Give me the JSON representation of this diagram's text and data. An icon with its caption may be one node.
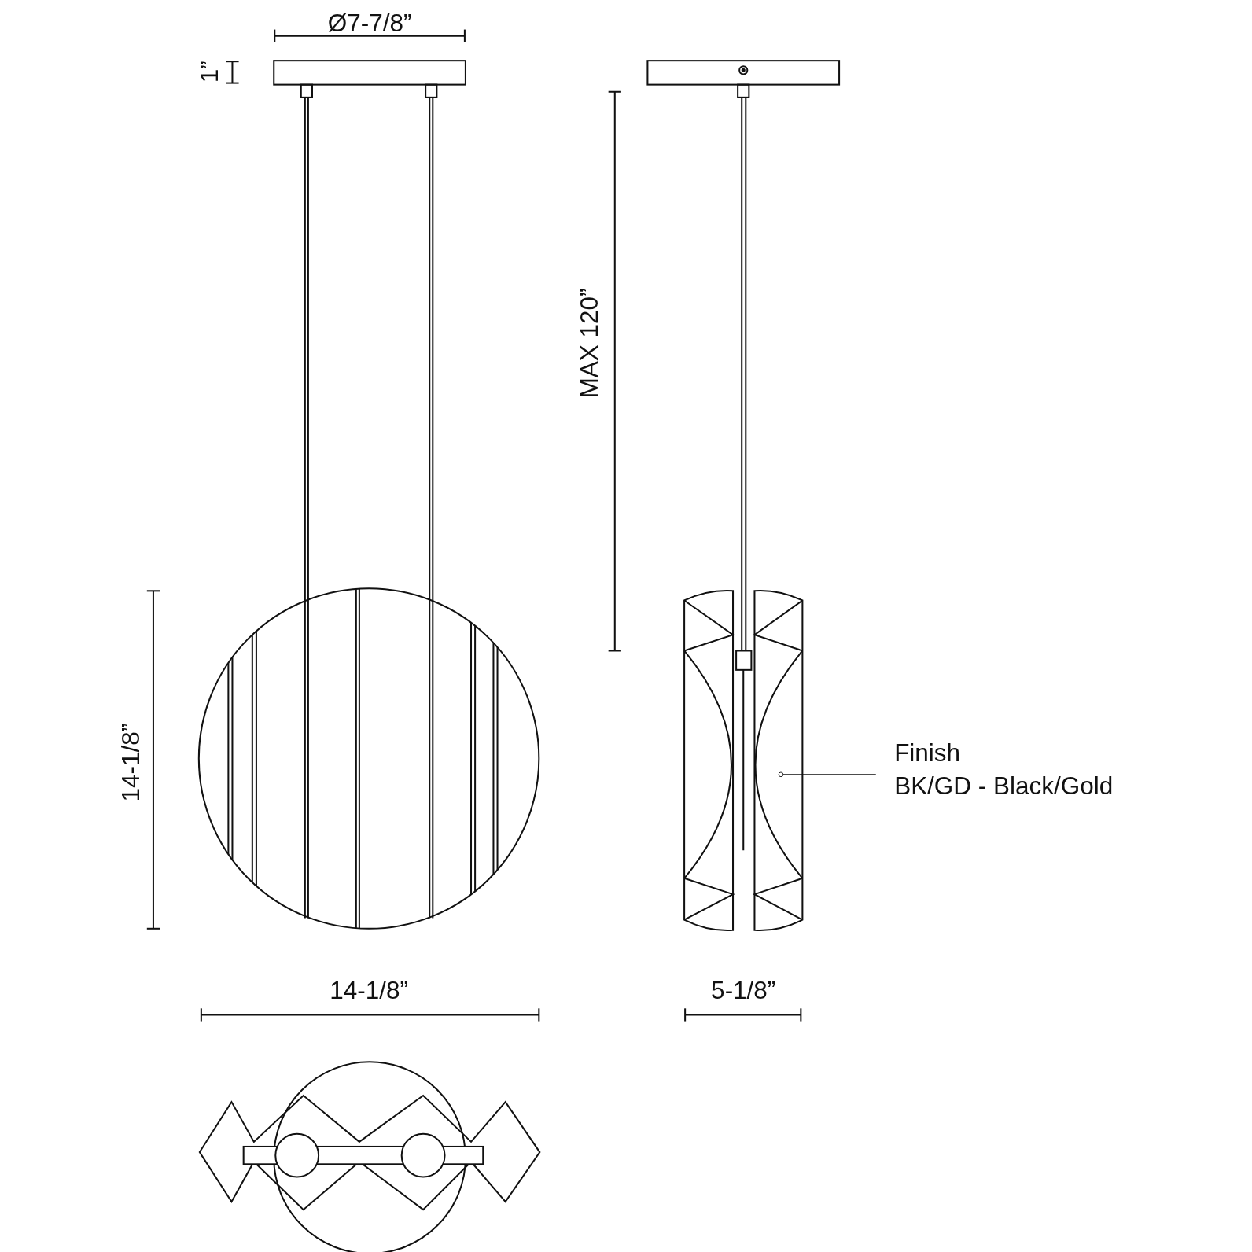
{
  "diagram": {
    "nodes": [
      {
        "text": [
          "Finish",
          "BK/GD - Black/Gold"
        ]
      },
      {
        "text": [],
        "shape": "picture"
      }
    ],
    "edges": [
      {
        "from": 0,
        "to": 1,
        "arrow": "other"
      }
    ],
    "labels": [
      "Ø7-7/8”",
      "1”",
      "MAX 120”",
      "14-1/8”",
      "14-1/8”",
      "5-1/8”"
    ]
  }
}
